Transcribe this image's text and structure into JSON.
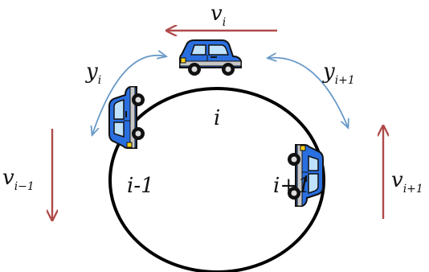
{
  "diagram": {
    "track_label": "i",
    "left_track_label": "i-1",
    "right_track_label": "i+1",
    "velocity_top": {
      "base": "v",
      "sub": "i"
    },
    "velocity_left": {
      "base": "v",
      "sub": "i−1"
    },
    "velocity_right": {
      "base": "v",
      "sub": "i+1"
    },
    "gap_left": {
      "base": "y",
      "sub": "i"
    },
    "gap_right": {
      "base": "y",
      "sub": "i+1"
    }
  },
  "colors": {
    "velocity_arrow": "#b04a4a",
    "gap_arrow": "#6a9ac8",
    "car_body": "#2a6fe0",
    "car_outline": "#111111",
    "ring": "#000000"
  }
}
